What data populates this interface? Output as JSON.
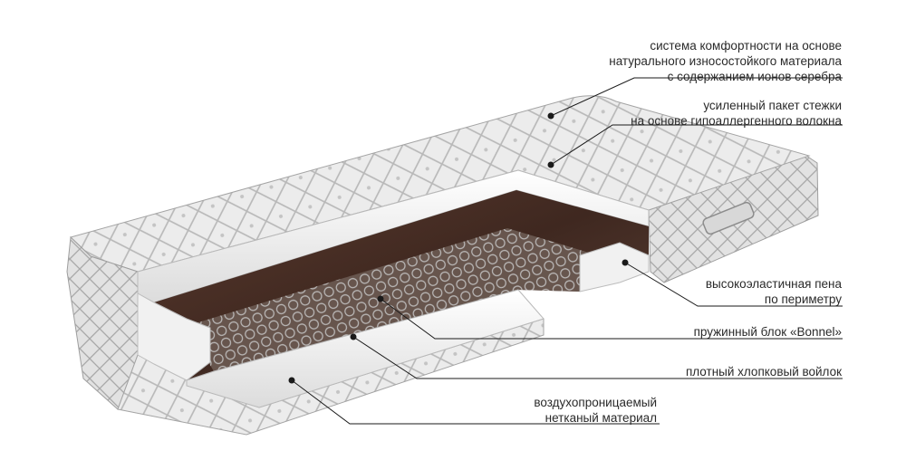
{
  "labels": [
    {
      "name": "silver-ion-comfort-system-label",
      "lines": [
        "система комфортности на основе",
        "натурального износостойкого материала",
        "с содержанием ионов серебра"
      ]
    },
    {
      "name": "reinforced-quilting-label",
      "lines": [
        "усиленный пакет стежки",
        "на основе гипоаллергенного волокна"
      ]
    },
    {
      "name": "perimeter-foam-label",
      "lines": [
        "высокоэластичная пена",
        "по периметру"
      ]
    },
    {
      "name": "bonnel-spring-block-label",
      "lines": [
        "пружинный блок «Bonnel»"
      ]
    },
    {
      "name": "cotton-felt-label",
      "lines": [
        "плотный хлопковый войлок"
      ]
    },
    {
      "name": "nonwoven-material-label",
      "lines": [
        "воздухопроницаемый",
        "нетканый материал"
      ]
    }
  ],
  "colors": {
    "fabric": "#e9e9e9",
    "fabric_shadow": "#bdbdbd",
    "felt": "#4a2f25",
    "foam": "#f6f6f6",
    "springs": "#9a9a9a",
    "leader_line": "#1a1a1a"
  }
}
